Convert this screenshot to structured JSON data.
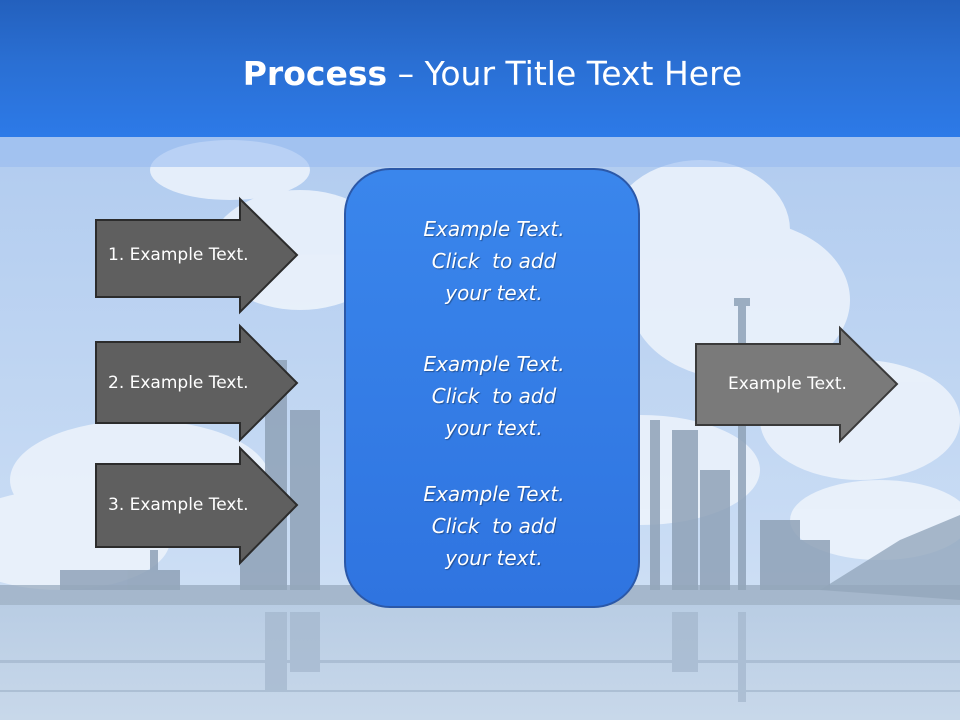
{
  "slide": {
    "title_bold": "Process",
    "title_rest": " – Your Title Text Here"
  },
  "left_arrows": [
    {
      "label": "1. Example Text."
    },
    {
      "label": "2. Example Text."
    },
    {
      "label": "3. Example Text."
    }
  ],
  "center_blocks": [
    {
      "lines": [
        "Example Text.",
        "Click  to add",
        "your text."
      ]
    },
    {
      "lines": [
        "Example Text.",
        "Click  to add",
        "your text."
      ]
    },
    {
      "lines": [
        "Example Text.",
        "Click  to add",
        "your text."
      ]
    }
  ],
  "right_arrow": {
    "label": "Example Text."
  },
  "colors": {
    "header": "#2a6fd3",
    "left_arrow_fill": "#5f5f5f",
    "right_arrow_fill": "#7a7a7a",
    "center_box": "#3a86ec",
    "text": "#ffffff"
  }
}
